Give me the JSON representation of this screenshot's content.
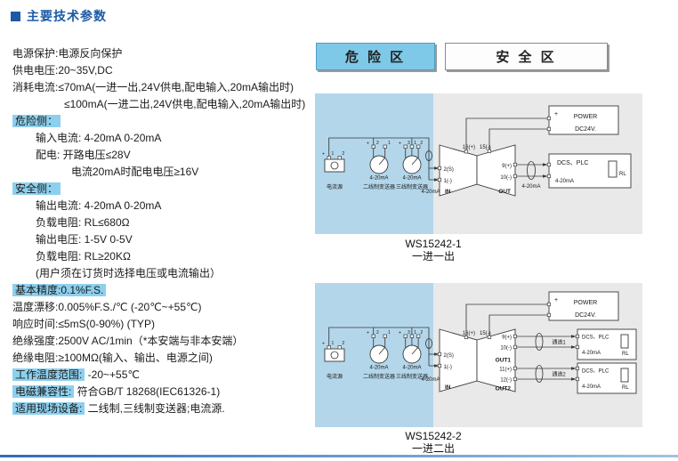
{
  "page": {
    "title": "主要技术参数"
  },
  "specs": [
    {
      "hl": "",
      "rest": "电源保护:电源反向保护"
    },
    {
      "hl": "",
      "rest": "供电电压:20~35V,DC"
    },
    {
      "hl": "",
      "rest": "消耗电流:≤70mA(一进一出,24V供电,配电输入,20mA输出时)"
    },
    {
      "hl": "",
      "rest": "≤100mA(一进二出,24V供电,配电输入,20mA输出时)"
    },
    {
      "hl": "危险侧：",
      "rest": ""
    },
    {
      "hl": "",
      "rest": "输入电流: 4-20mA  0-20mA"
    },
    {
      "hl": "",
      "rest": "配电: 开路电压≤28V"
    },
    {
      "hl": "",
      "rest": "电流20mA时配电电压≥16V"
    },
    {
      "hl": "安全侧：",
      "rest": ""
    },
    {
      "hl": "",
      "rest": "输出电流: 4-20mA  0-20mA"
    },
    {
      "hl": "",
      "rest": "负载电阻: RL≤680Ω"
    },
    {
      "hl": "",
      "rest": "输出电压: 1-5V  0-5V"
    },
    {
      "hl": "",
      "rest": "负载电阻: RL≥20KΩ"
    },
    {
      "hl": "",
      "rest": "(用户须在订货时选择电压或电流输出）"
    },
    {
      "hl": "基本精度:0.1%F.S.",
      "rest": ""
    },
    {
      "hl": "",
      "rest": "温度漂移:0.005%F.S./℃ (-20℃~+55℃)"
    },
    {
      "hl": "",
      "rest": "响应时间:≤5mS(0-90%) (TYP)"
    },
    {
      "hl": "",
      "rest": "绝缘强度:2500V AC/1min（*本安端与非本安端）"
    },
    {
      "hl": "",
      "rest": "绝缘电阻:≥100MΩ(输入、输出、电源之间)"
    },
    {
      "hl": "工作温度范围:",
      "rest": " -20~+55℃"
    },
    {
      "hl": "电磁兼容性:",
      "rest": " 符合GB/T 18268(IEC61326-1)"
    },
    {
      "hl": "适用现场设备:",
      "rest": " 二线制,三线制变送器;电流源."
    }
  ],
  "zones": {
    "hazard": "危 险 区",
    "safe": "安 全 区"
  },
  "dev": {
    "current_source": "电流源",
    "two_wire": "二线制变送器",
    "three_wire": "三线制变送器",
    "ma": "4-20mA",
    "plus": "+",
    "n1": "1",
    "n2": "2",
    "n3": "3"
  },
  "iso": {
    "t16": "16(+)",
    "t15": "15(-)",
    "t2s": "2(S)",
    "t1": "1(-)",
    "in": "IN",
    "out": "OUT",
    "t9": "9(+)",
    "t10": "10(-)",
    "t11": "11(+)",
    "t12": "12(-)",
    "out1": "OUT1",
    "out2": "OUT2"
  },
  "right": {
    "power": "POWER",
    "dc24": "DC24V.",
    "plus": "+",
    "dcs": "DCS、PLC",
    "ma": "4-20mA",
    "rl": "RL",
    "ch1": "通道1",
    "ch2": "通道2"
  },
  "captions": {
    "d1_model": "WS15242-1",
    "d1_type": "一进一出",
    "d2_model": "WS15242-2",
    "d2_type": "一进二出"
  },
  "colors": {
    "accent": "#1c5aa6",
    "highlight": "#8dd0ee",
    "hazard_header": "#7ec9e8",
    "panel_blue": "#b3d6ea",
    "panel_gray": "#e9e9e9"
  }
}
